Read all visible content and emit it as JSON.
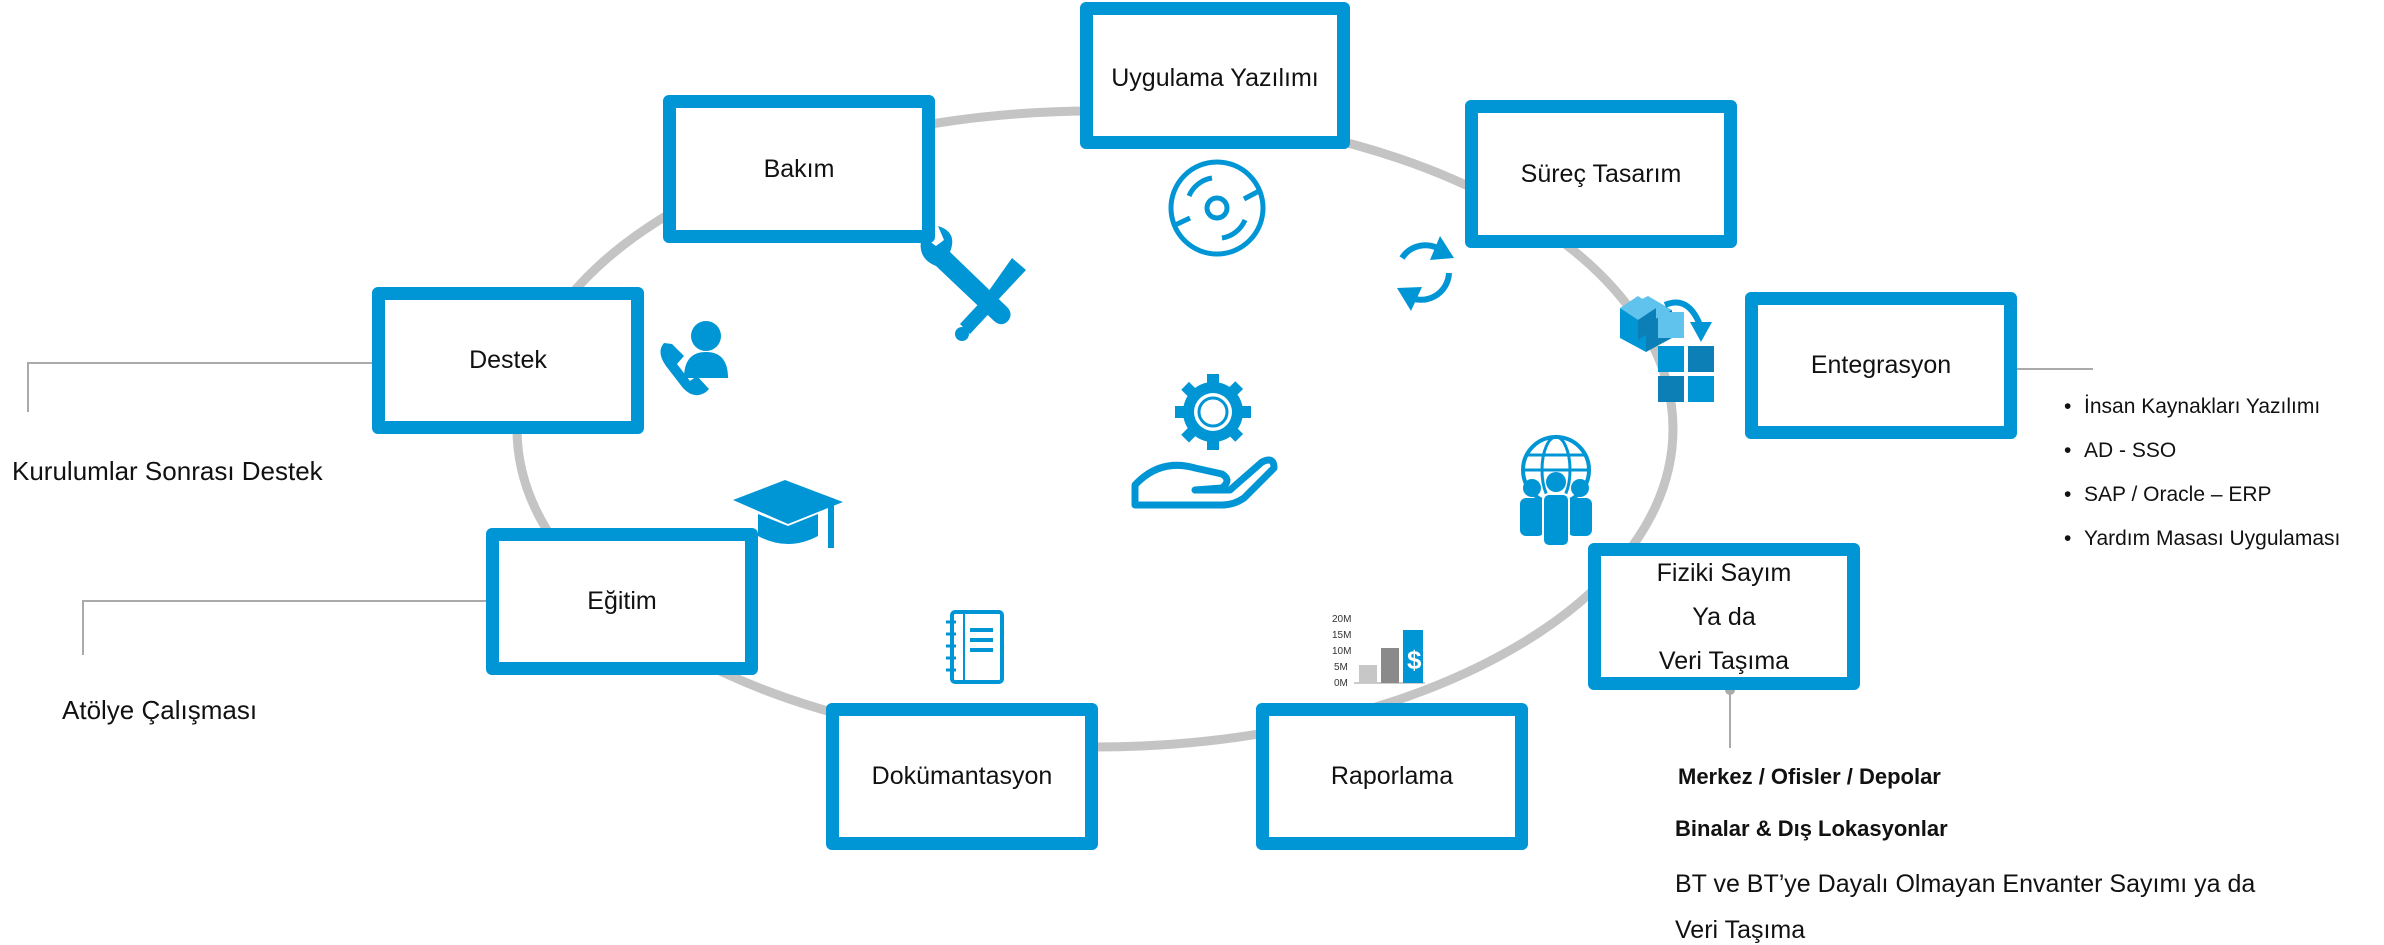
{
  "colors": {
    "accent": "#0096d6",
    "ring": "#c4c4c4",
    "connector": "#aaaaaa"
  },
  "nodes": {
    "uygulama": "Uygulama Yazılımı",
    "surec": "Süreç Tasarım",
    "entegrasyon": "Entegrasyon",
    "fiziki": {
      "line1": "Fiziki Sayım",
      "line2": "Ya da",
      "line3": "Veri Taşıma"
    },
    "raporlama": "Raporlama",
    "dokumantasyon": "Dokümantasyon",
    "egitim": "Eğitim",
    "destek": "Destek",
    "bakim": "Bakım"
  },
  "annotations": {
    "destek_note": "Kurulumlar Sonrası  Destek",
    "egitim_note": "Atölye Çalışması",
    "entegrasyon_items": [
      "İnsan Kaynakları Yazılımı",
      "AD - SSO",
      "SAP / Oracle – ERP",
      "Yardım Masası Uygulaması"
    ],
    "fiziki_line1": "Merkez  / Ofisler / Depolar",
    "fiziki_line2": "Binalar & Dış Lokasyonlar",
    "fiziki_line3": "BT ve BT’ye Dayalı Olmayan Envanter Sayımı ya da",
    "fiziki_line4": "Veri Taşıma"
  },
  "report_chart": {
    "ticks": [
      "20M",
      "15M",
      "10M",
      "5M",
      "0M"
    ],
    "symbol": "$"
  },
  "icons": [
    "cd-icon",
    "sync-arrows-icon",
    "cubes-integration-icon",
    "globe-people-icon",
    "bar-chart-icon",
    "notebook-icon",
    "graduation-cap-icon",
    "phone-support-icon",
    "wrench-screwdriver-icon",
    "hand-gear-icon"
  ]
}
